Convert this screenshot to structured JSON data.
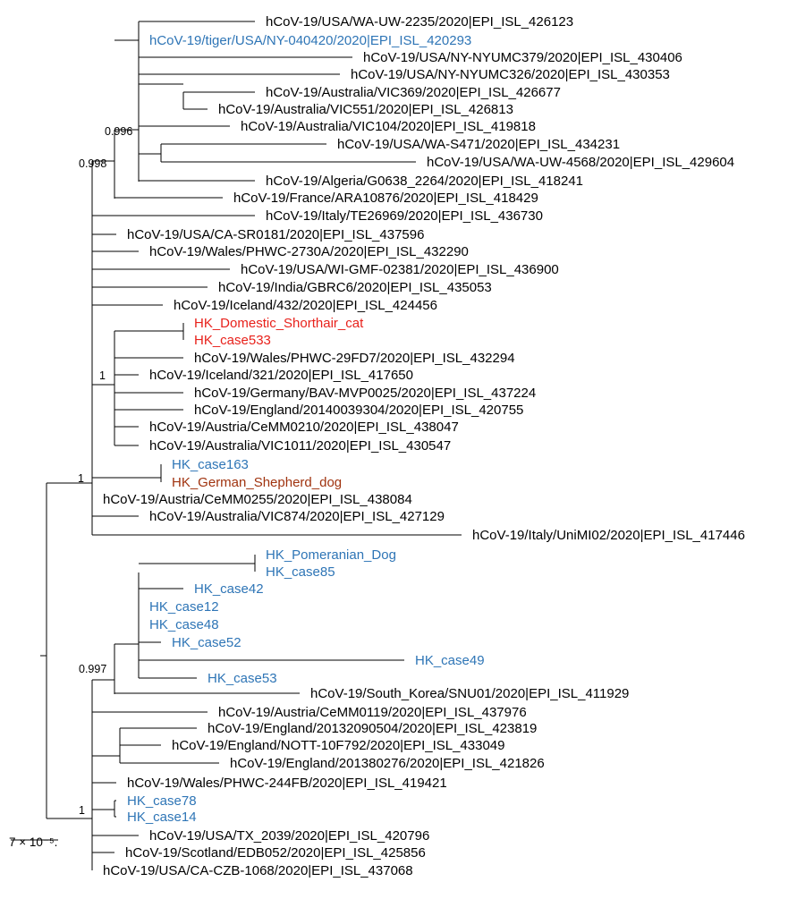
{
  "colors": {
    "default": "#000000",
    "blue": "#2E75B6",
    "red": "#E8211B",
    "brown": "#A0330F"
  },
  "tips": [
    {
      "label": "hCoV-19/USA/WA-UW-2235/2020|EPI_ISL_426123",
      "color": "default"
    },
    {
      "label": "hCoV-19/tiger/USA/NY-040420/2020|EPI_ISL_420293",
      "color": "blue"
    },
    {
      "label": "hCoV-19/USA/NY-NYUMC379/2020|EPI_ISL_430406",
      "color": "default"
    },
    {
      "label": "hCoV-19/USA/NY-NYUMC326/2020|EPI_ISL_430353",
      "color": "default"
    },
    {
      "label": "hCoV-19/Australia/VIC369/2020|EPI_ISL_426677",
      "color": "default"
    },
    {
      "label": "hCoV-19/Australia/VIC551/2020|EPI_ISL_426813",
      "color": "default"
    },
    {
      "label": "hCoV-19/Australia/VIC104/2020|EPI_ISL_419818",
      "color": "default"
    },
    {
      "label": "hCoV-19/USA/WA-S471/2020|EPI_ISL_434231",
      "color": "default"
    },
    {
      "label": "hCoV-19/USA/WA-UW-4568/2020|EPI_ISL_429604",
      "color": "default"
    },
    {
      "label": "hCoV-19/Algeria/G0638_2264/2020|EPI_ISL_418241",
      "color": "default"
    },
    {
      "label": "hCoV-19/France/ARA10876/2020|EPI_ISL_418429",
      "color": "default"
    },
    {
      "label": "hCoV-19/Italy/TE26969/2020|EPI_ISL_436730",
      "color": "default"
    },
    {
      "label": "hCoV-19/USA/CA-SR0181/2020|EPI_ISL_437596",
      "color": "default"
    },
    {
      "label": "hCoV-19/Wales/PHWC-2730A/2020|EPI_ISL_432290",
      "color": "default"
    },
    {
      "label": "hCoV-19/USA/WI-GMF-02381/2020|EPI_ISL_436900",
      "color": "default"
    },
    {
      "label": "hCoV-19/India/GBRC6/2020|EPI_ISL_435053",
      "color": "default"
    },
    {
      "label": "hCoV-19/Iceland/432/2020|EPI_ISL_424456",
      "color": "default"
    },
    {
      "label": "HK_Domestic_Shorthair_cat",
      "color": "red"
    },
    {
      "label": "HK_case533",
      "color": "red"
    },
    {
      "label": "hCoV-19/Wales/PHWC-29FD7/2020|EPI_ISL_432294",
      "color": "default"
    },
    {
      "label": "hCoV-19/Iceland/321/2020|EPI_ISL_417650",
      "color": "default"
    },
    {
      "label": "hCoV-19/Germany/BAV-MVP0025/2020|EPI_ISL_437224",
      "color": "default"
    },
    {
      "label": "hCoV-19/England/20140039304/2020|EPI_ISL_420755",
      "color": "default"
    },
    {
      "label": "hCoV-19/Austria/CeMM0210/2020|EPI_ISL_438047",
      "color": "default"
    },
    {
      "label": "hCoV-19/Australia/VIC1011/2020|EPI_ISL_430547",
      "color": "default"
    },
    {
      "label": "HK_case163",
      "color": "blue"
    },
    {
      "label": "HK_German_Shepherd_dog",
      "color": "brown"
    },
    {
      "label": "hCoV-19/Austria/CeMM0255/2020|EPI_ISL_438084",
      "color": "default"
    },
    {
      "label": "hCoV-19/Australia/VIC874/2020|EPI_ISL_427129",
      "color": "default"
    },
    {
      "label": "hCoV-19/Italy/UniMI02/2020|EPI_ISL_417446",
      "color": "default"
    },
    {
      "label": "HK_Pomeranian_Dog",
      "color": "blue"
    },
    {
      "label": "HK_case85",
      "color": "blue"
    },
    {
      "label": "HK_case42",
      "color": "blue"
    },
    {
      "label": "HK_case12",
      "color": "blue"
    },
    {
      "label": "HK_case48",
      "color": "blue"
    },
    {
      "label": "HK_case52",
      "color": "blue"
    },
    {
      "label": "HK_case49",
      "color": "blue"
    },
    {
      "label": "HK_case53",
      "color": "blue"
    },
    {
      "label": "hCoV-19/South_Korea/SNU01/2020|EPI_ISL_411929",
      "color": "default"
    },
    {
      "label": "hCoV-19/Austria/CeMM0119/2020|EPI_ISL_437976",
      "color": "default"
    },
    {
      "label": "hCoV-19/England/20132090504/2020|EPI_ISL_423819",
      "color": "default"
    },
    {
      "label": "hCoV-19/England/NOTT-10F792/2020|EPI_ISL_433049",
      "color": "default"
    },
    {
      "label": "hCoV-19/England/201380276/2020|EPI_ISL_421826",
      "color": "default"
    },
    {
      "label": "hCoV-19/Wales/PHWC-244FB/2020|EPI_ISL_419421",
      "color": "default"
    },
    {
      "label": "HK_case78",
      "color": "blue"
    },
    {
      "label": "HK_case14",
      "color": "blue"
    },
    {
      "label": "hCoV-19/USA/TX_2039/2020|EPI_ISL_420796",
      "color": "default"
    },
    {
      "label": "hCoV-19/Scotland/EDB052/2020|EPI_ISL_425856",
      "color": "default"
    },
    {
      "label": "hCoV-19/USA/CA-CZB-1068/2020|EPI_ISL_437068",
      "color": "default"
    }
  ],
  "support_values": [
    {
      "node": "n_996",
      "label": "0.996"
    },
    {
      "node": "n_998",
      "label": "0.998"
    },
    {
      "node": "n_1a",
      "label": "1"
    },
    {
      "node": "n_1b",
      "label": "1"
    },
    {
      "node": "n_997",
      "label": "0.997"
    },
    {
      "node": "n_1c",
      "label": "1"
    }
  ],
  "scale_bar": {
    "label": "7 × 10⁻⁵."
  }
}
